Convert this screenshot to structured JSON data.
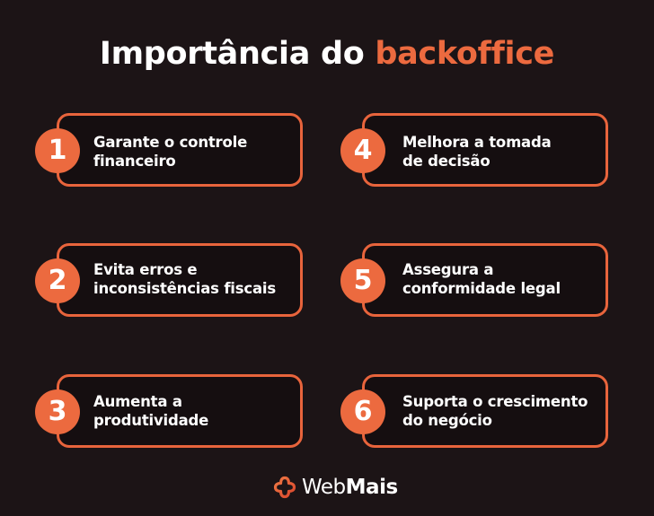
{
  "header": {
    "title_prefix": "Importância do ",
    "title_accent": "backoffice"
  },
  "colors": {
    "background": "#1c1416",
    "accent": "#ec6a3f",
    "card_border": "#e8643c",
    "card_fill": "#150e10",
    "text": "#ffffff"
  },
  "items": [
    {
      "number": "1",
      "line1": "Garante o controle",
      "line2": "financeiro"
    },
    {
      "number": "2",
      "line1": "Evita erros e",
      "line2": "inconsistências fiscais"
    },
    {
      "number": "3",
      "line1": "Aumenta a",
      "line2": "produtividade"
    },
    {
      "number": "4",
      "line1": "Melhora a tomada",
      "line2": "de decisão"
    },
    {
      "number": "5",
      "line1": "Assegura a",
      "line2": "conformidade legal"
    },
    {
      "number": "6",
      "line1": "Suporta o crescimento",
      "line2": "do negócio"
    }
  ],
  "logo": {
    "icon": "webmais-logo-icon",
    "word_light": "Web",
    "word_bold": "Mais"
  }
}
